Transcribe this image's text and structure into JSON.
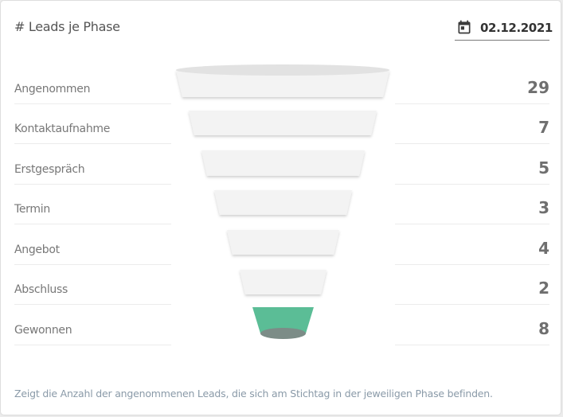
{
  "header": {
    "title": "# Leads je Phase"
  },
  "date_picker": {
    "value": "02.12.2021",
    "icon": "calendar-icon"
  },
  "phases": [
    {
      "label": "Angenommen",
      "count": "29"
    },
    {
      "label": "Kontaktaufnahme",
      "count": "7"
    },
    {
      "label": "Erstgespräch",
      "count": "5"
    },
    {
      "label": "Termin",
      "count": "3"
    },
    {
      "label": "Angebot",
      "count": "4"
    },
    {
      "label": "Abschluss",
      "count": "2"
    },
    {
      "label": "Gewonnen",
      "count": "8"
    }
  ],
  "colors": {
    "segment": "#f3f3f3",
    "highlight": "#5bbd96",
    "highlight_base": "#7c8c87",
    "top_ellipse": "#e2e2e2"
  },
  "footer": {
    "text": "Zeigt die Anzahl der angenommenen Leads, die sich am Stichtag in der jeweiligen Phase befinden."
  }
}
